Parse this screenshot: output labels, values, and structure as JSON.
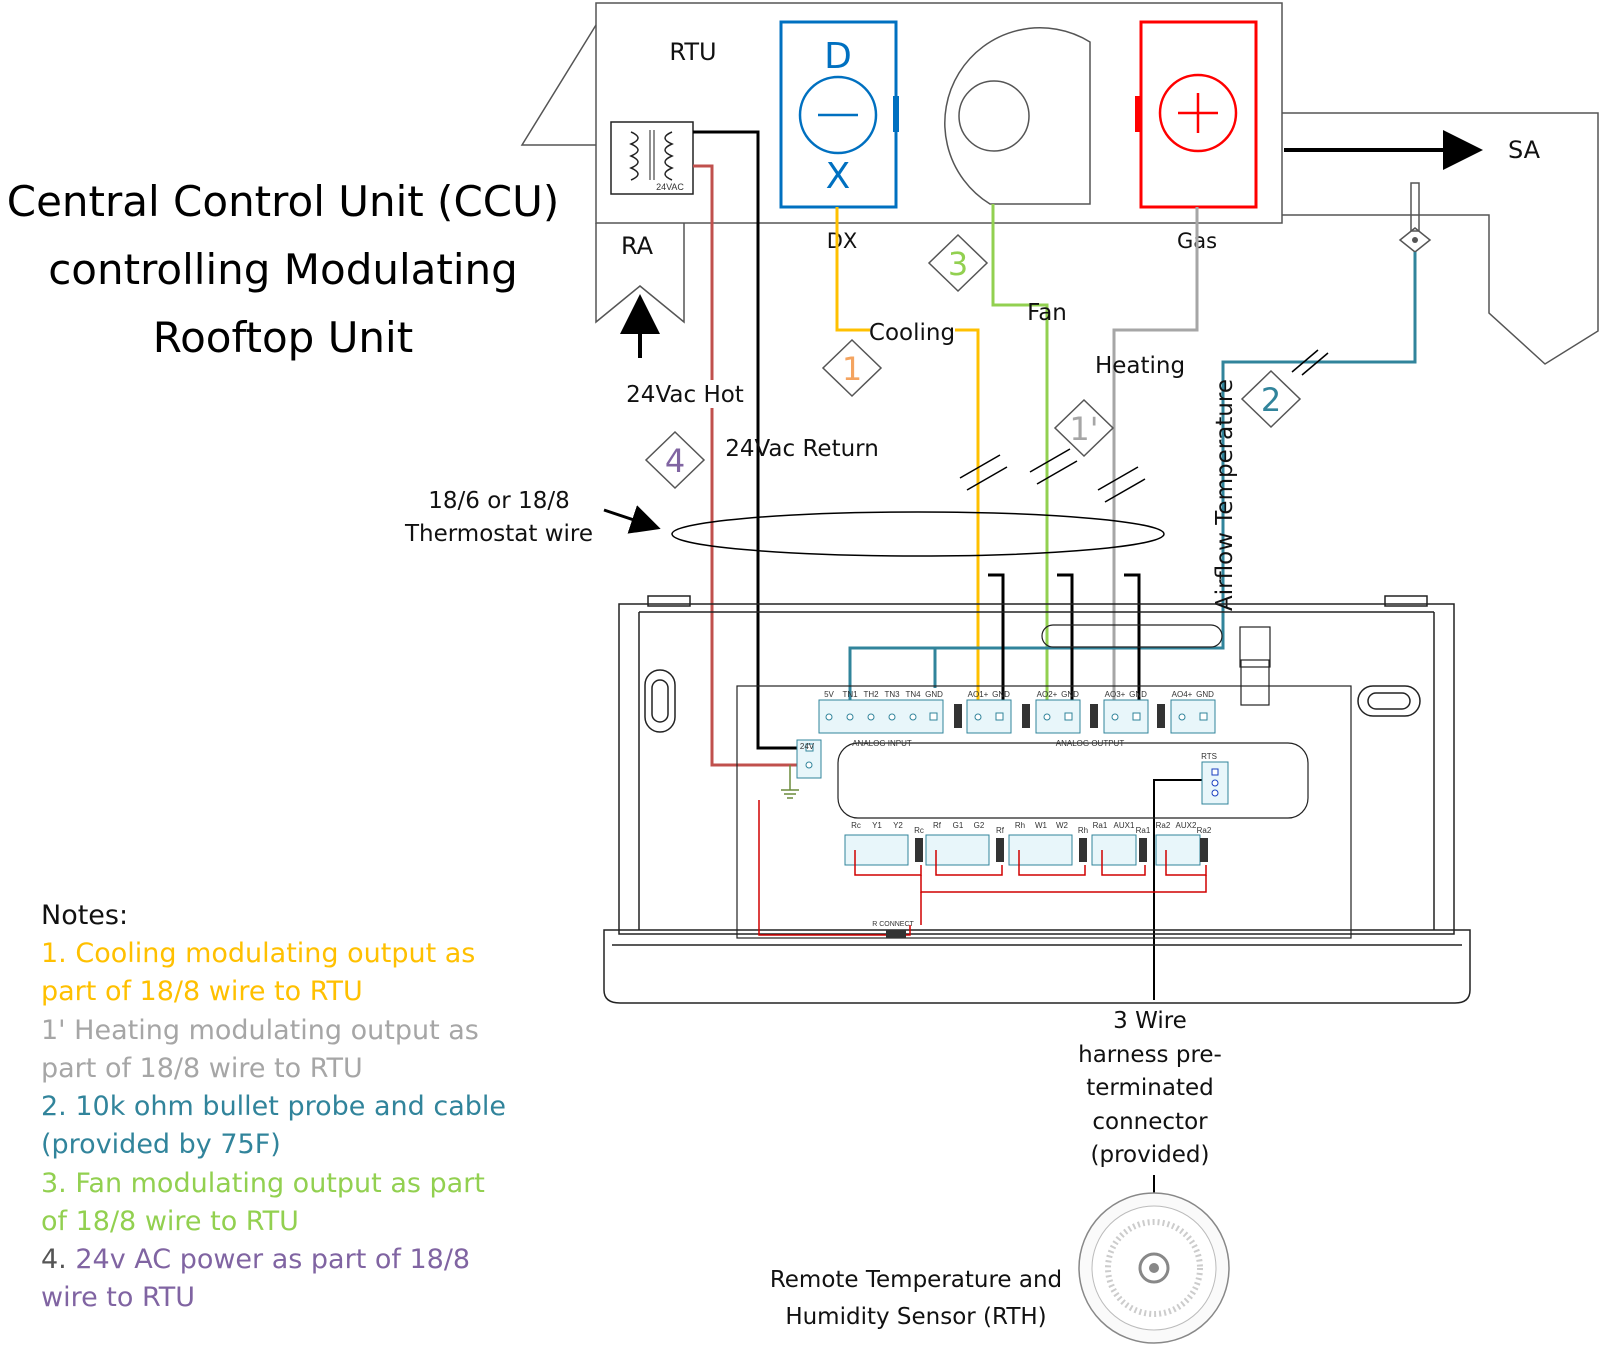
{
  "title": {
    "line1": "Central Control Unit (CCU)",
    "line2": "controlling Modulating",
    "line3": "Rooftop Unit"
  },
  "rtu": {
    "label": "RTU",
    "ra_label": "RA",
    "sa_label": "SA",
    "dx_label": "DX",
    "gas_label": "Gas",
    "dx_letter_top": "D",
    "dx_letter_bottom": "X",
    "transformer_label": "24VAC"
  },
  "wires": {
    "cooling": "Cooling",
    "fan": "Fan",
    "heating": "Heating",
    "airflow": "Airflow Temperature",
    "hot": "24Vac Hot",
    "return": "24Vac Return",
    "thermostat_line1": "18/6 or 18/8",
    "thermostat_line2": "Thermostat wire"
  },
  "markers": {
    "m1": "1",
    "m1p": "1'",
    "m2": "2",
    "m3": "3",
    "m4": "4"
  },
  "board": {
    "analog_input_pins": [
      "5V",
      "TN1",
      "TH2",
      "TN3",
      "TN4",
      "GND"
    ],
    "analog_input_label": "ANALOG INPUT",
    "analog_output_pins": [
      "AO1+",
      "GND",
      "AO2+",
      "GND",
      "AO3+",
      "GND",
      "AO4+",
      "GND"
    ],
    "analog_output_label": "ANALOG OUTPUT",
    "power_label": "24V",
    "rts_label": "RTS",
    "relay_labels": [
      "Rc",
      "Y1",
      "Y2",
      "Rc",
      "Rf",
      "G1",
      "G2",
      "Rf",
      "Rh",
      "W1",
      "W2",
      "Rh",
      "Ra1",
      "AUX1",
      "Ra1",
      "Ra2",
      "AUX2",
      "Ra2"
    ],
    "r_connect": "R CONNECT"
  },
  "sensor": {
    "harness_line1": "3 Wire",
    "harness_line2": "harness pre-",
    "harness_line3": "terminated",
    "harness_line4": "connector",
    "harness_line5": "(provided)",
    "rth_line1": "Remote Temperature and",
    "rth_line2": "Humidity Sensor (RTH)"
  },
  "notes": {
    "heading": "Notes:",
    "n1a": "1. Cooling modulating output as",
    "n1b": "part of 18/8 wire to RTU",
    "n1pa": "1' Heating modulating output as",
    "n1pb": "part of 18/8 wire to RTU",
    "n2a": "2. 10k ohm bullet probe and cable",
    "n2b": "(provided by 75F)",
    "n3a": "3. Fan modulating output as part",
    "n3b": "of 18/8 wire to RTU",
    "n4prefix": "4. ",
    "n4a": "24v AC power as part of 18/8",
    "n4b": "wire to RTU"
  },
  "colors": {
    "cooling": "#FFC000",
    "cooling_marker": "#F4A460",
    "heating": "#A6A6A6",
    "probe": "#31849B",
    "fan": "#92D050",
    "power": "#8064A2",
    "dx": "#0070C0",
    "gas": "#FF0000",
    "hot_wire": "#C0504D"
  }
}
